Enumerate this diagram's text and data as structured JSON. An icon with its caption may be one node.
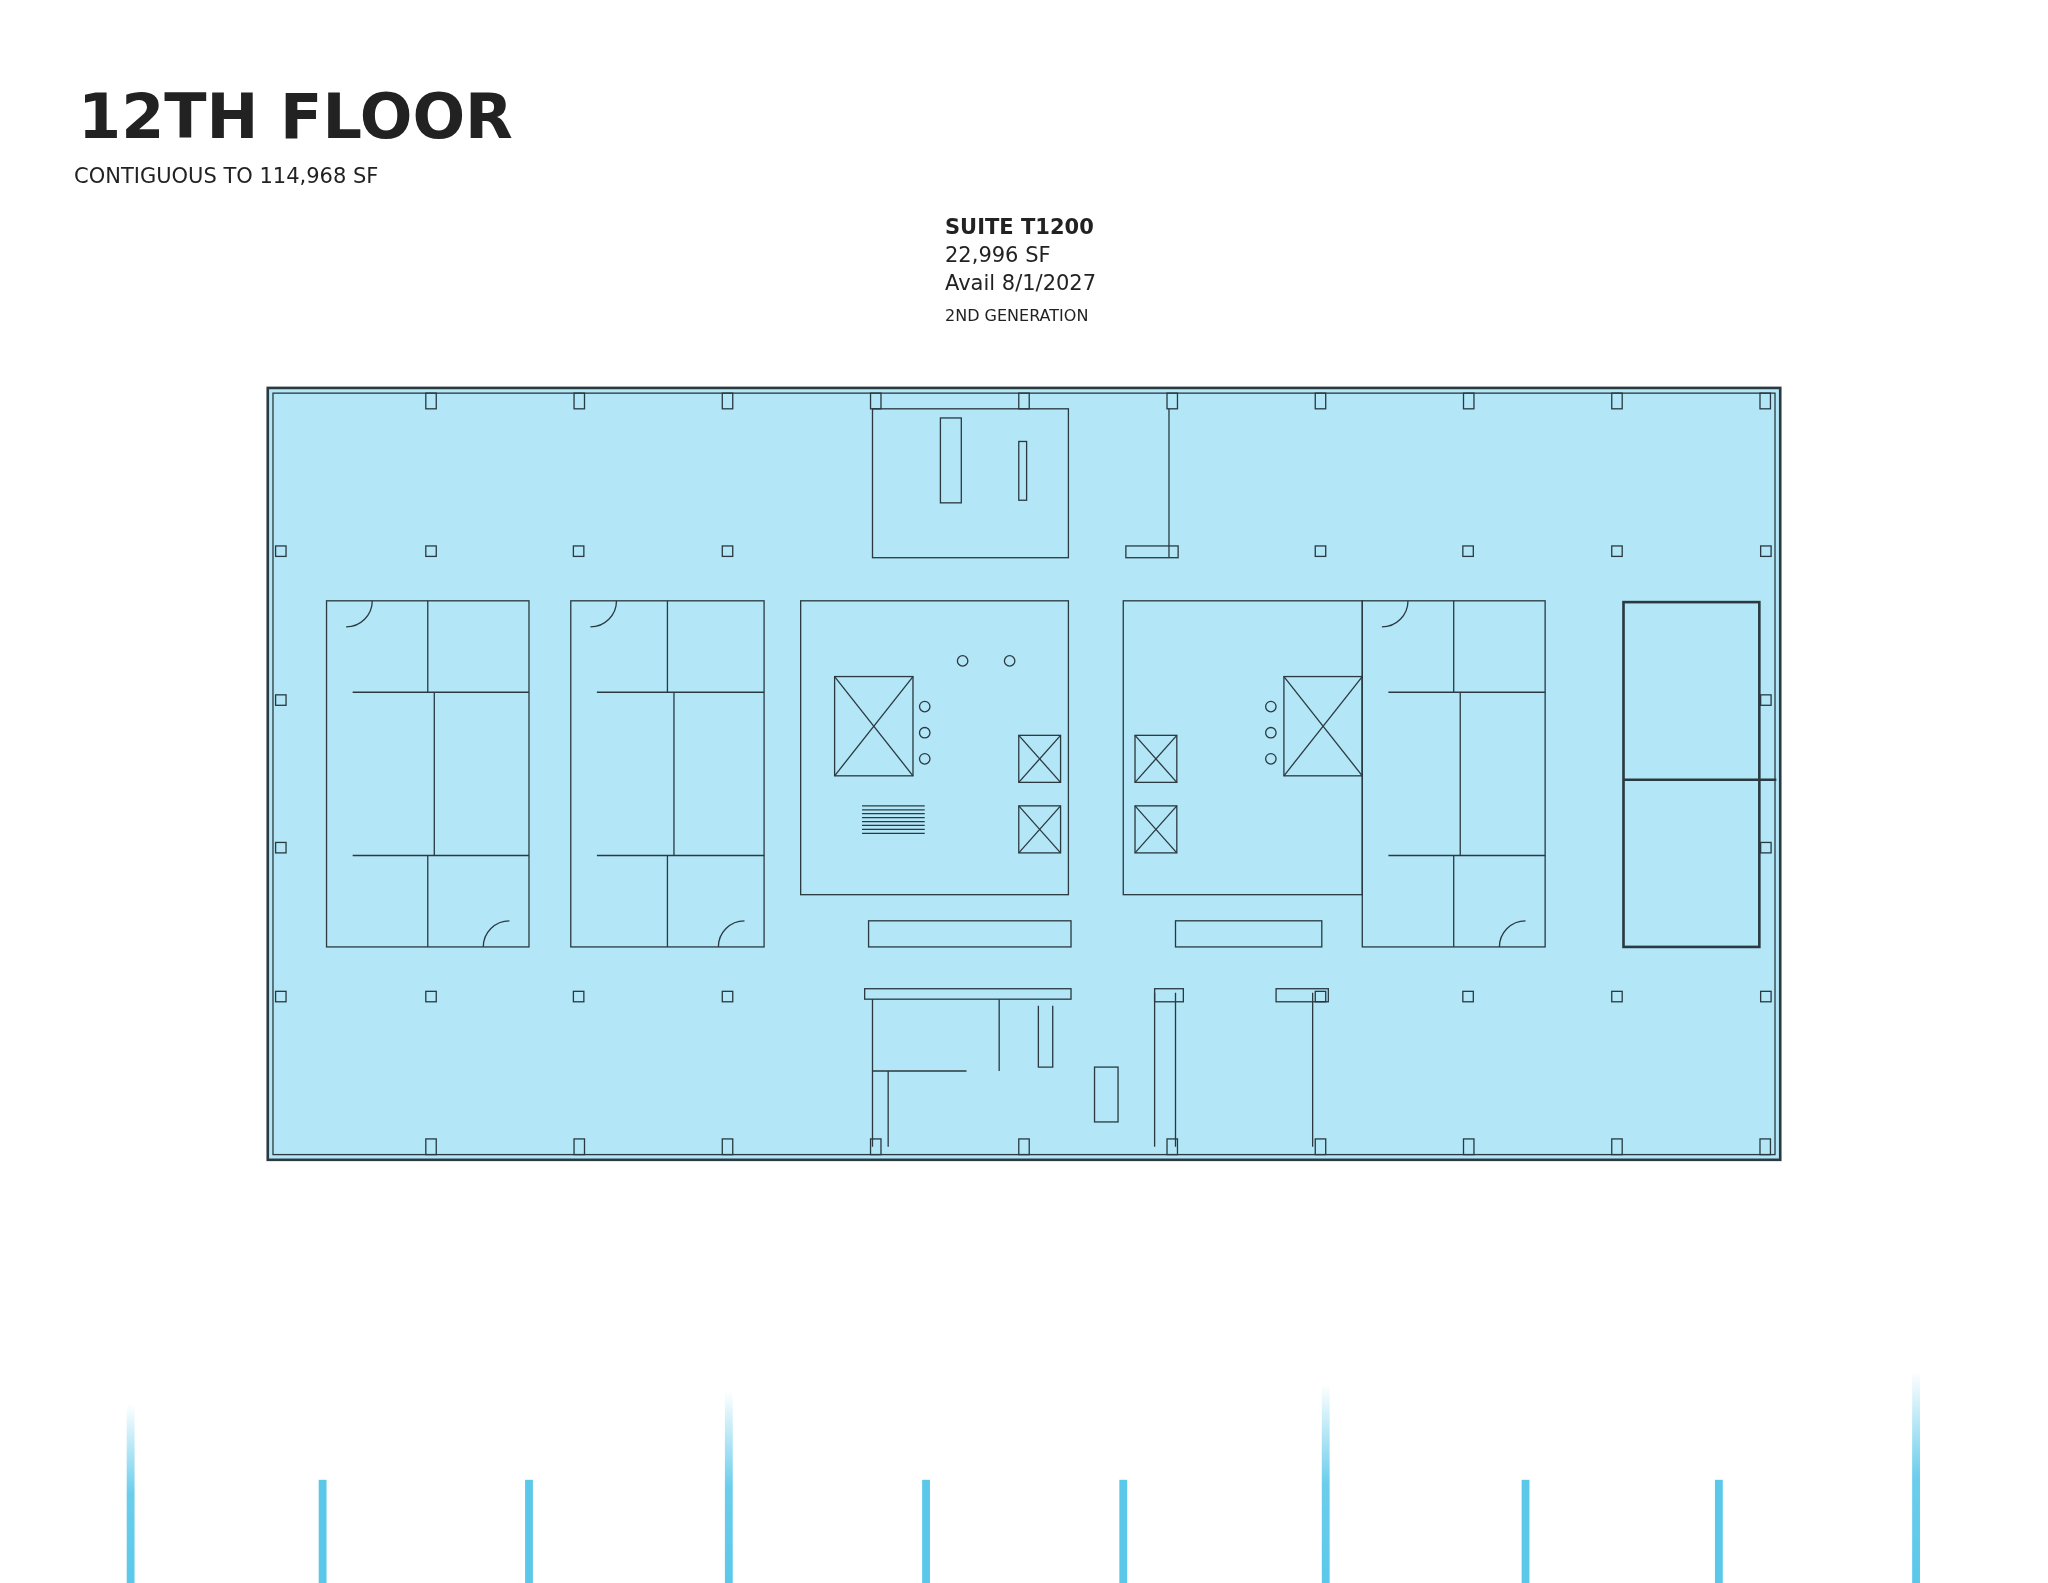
{
  "diagram": {
    "title": "12TH FLOOR",
    "labels": [
      "CONTIGUOUS TO 114,968 SF",
      "SUITE T1200",
      "22,996 SF",
      "Avail 8/1/2027",
      "2ND GENERATION"
    ]
  }
}
